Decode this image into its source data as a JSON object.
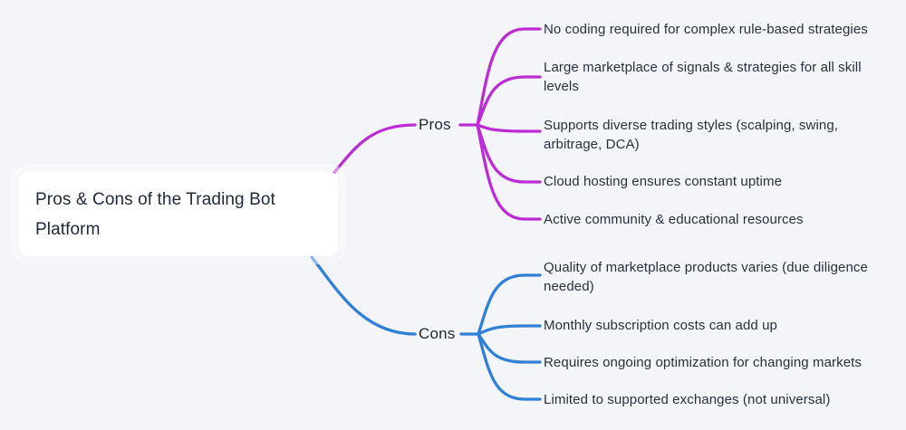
{
  "diagram": {
    "type": "mindmap",
    "background_color": "#f4f5f8",
    "root": {
      "label": "Pros & Cons of the Trading Bot Platform",
      "box_color": "#ffffff",
      "text_color": "#1e2838"
    },
    "branches": [
      {
        "label": "Pros",
        "color": "#bb2dd3",
        "items": [
          "No coding required for complex rule-based strategies",
          "Large marketplace of signals & strategies for all skill levels",
          "Supports diverse trading styles (scalping, swing, arbitrage, DCA)",
          "Cloud hosting ensures constant uptime",
          "Active community & educational resources"
        ]
      },
      {
        "label": "Cons",
        "color": "#2f80d6",
        "items": [
          "Quality of marketplace products varies (due diligence needed)",
          "Monthly subscription costs can add up",
          "Requires ongoing optimization for changing markets",
          "Limited to supported exchanges (not universal)"
        ]
      }
    ]
  }
}
